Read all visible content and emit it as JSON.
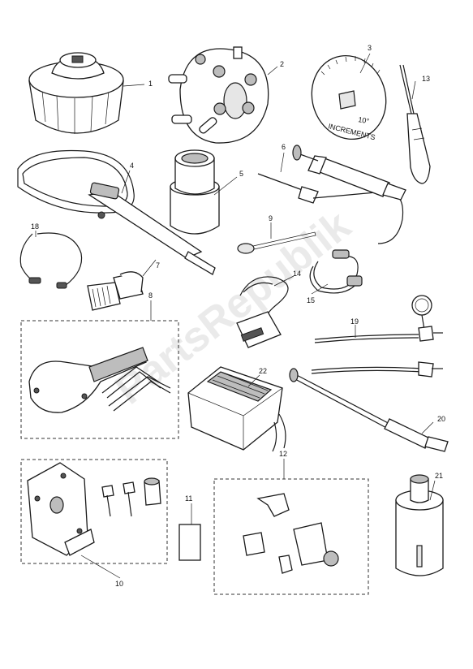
{
  "diagram": {
    "watermark": "PartsRepublik",
    "dial_text": [
      "10°",
      "INCREMENTS"
    ],
    "callouts": [
      "1",
      "2",
      "3",
      "4",
      "5",
      "6",
      "7",
      "8",
      "9",
      "10",
      "11",
      "12",
      "13",
      "14",
      "15",
      "18",
      "19",
      "20",
      "21",
      "22"
    ]
  }
}
